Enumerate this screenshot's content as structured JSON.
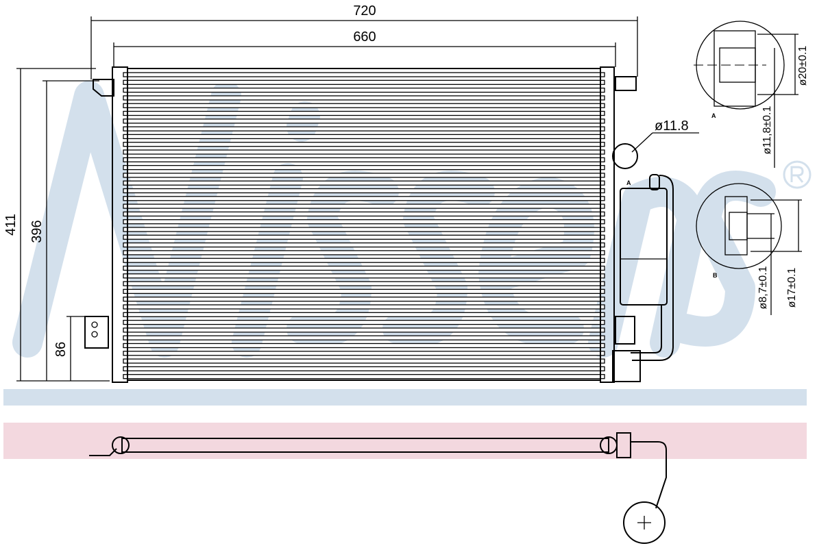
{
  "logo": {
    "text": "Nissens",
    "registered_mark": "®",
    "color": "#d3e0ec"
  },
  "bands": {
    "blue": "#d3e0ec",
    "pink": "#f3d8df"
  },
  "dimensions": {
    "overall_width": "720",
    "core_width": "660",
    "overall_height": "411",
    "core_height": "396",
    "bracket_height": "86",
    "inlet_diameter": "ø11.8"
  },
  "detail_a": {
    "label": "A",
    "outer_diameter": "ø20±0.1",
    "inner_diameter": "ø11,8±0.1"
  },
  "detail_b": {
    "label": "B",
    "inner_diameter": "ø8,7±0.1",
    "outer_diameter": "ø17±0.1"
  },
  "callouts": {
    "a_marker": "A"
  }
}
